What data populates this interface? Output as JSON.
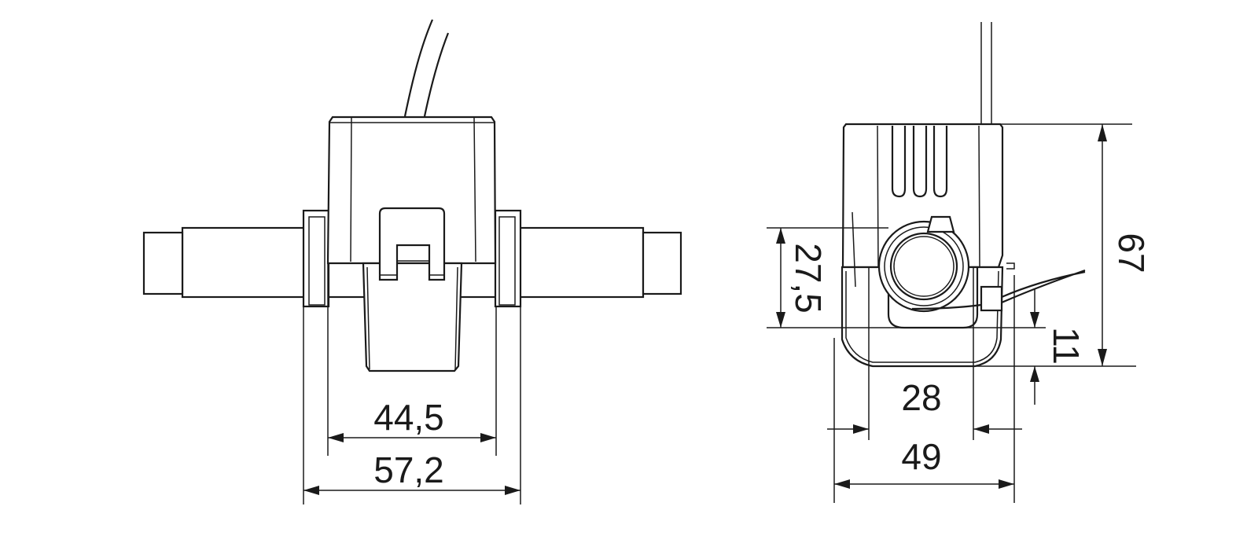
{
  "drawing": {
    "front_view": {
      "dimensions": {
        "inner_width": "44,5",
        "outer_width": "57,2"
      }
    },
    "side_view": {
      "dimensions": {
        "height": "67",
        "aperture": "27,5",
        "offset": "11",
        "inner_width": "28",
        "outer_width": "49"
      }
    },
    "colors": {
      "line": "#1a1a1a",
      "background": "#ffffff"
    }
  }
}
